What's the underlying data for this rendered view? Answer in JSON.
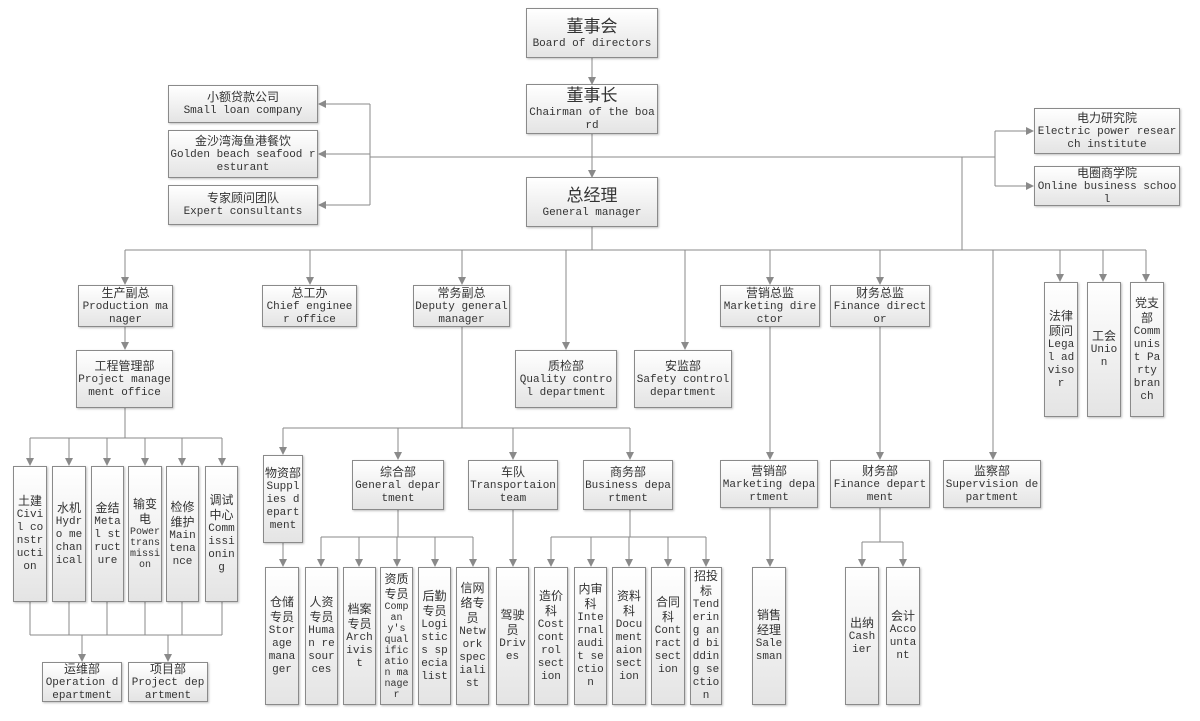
{
  "colors": {
    "line": "#8a8a8a",
    "box_top": "#ffffff",
    "box_bottom": "#e4e4e4"
  },
  "nodes": {
    "board": {
      "zh": "董事会",
      "en": "Board of directors"
    },
    "chairman": {
      "zh": "董事长",
      "en": "Chairman of the board"
    },
    "gm": {
      "zh": "总经理",
      "en": "General manager"
    },
    "small_loan": {
      "zh": "小额贷款公司",
      "en": "Small loan company"
    },
    "golden_beach": {
      "zh": "金沙湾海鱼港餐饮",
      "en": "Golden beach seafood resturant"
    },
    "expert": {
      "zh": "专家顾问团队",
      "en": "Expert consultants"
    },
    "electric": {
      "zh": "电力研究院",
      "en": "Electric power research institute"
    },
    "online": {
      "zh": "电圈商学院",
      "en": "Online business school"
    },
    "production": {
      "zh": "生产副总",
      "en": "Production manager"
    },
    "chief_engineer": {
      "zh": "总工办",
      "en": "Chief engineer office"
    },
    "deputy": {
      "zh": "常务副总",
      "en": "Deputy general manager"
    },
    "quality": {
      "zh": "质检部",
      "en": "Quality control department"
    },
    "safety": {
      "zh": "安监部",
      "en": "Safety control department"
    },
    "marketing_director": {
      "zh": "营销总监",
      "en": "Marketing director"
    },
    "finance_director": {
      "zh": "财务总监",
      "en": "Finance director"
    },
    "legal": {
      "zh": "法律顾问",
      "en": "Legal advisor"
    },
    "union": {
      "zh": "工会",
      "en": "Union"
    },
    "party": {
      "zh": "党支部",
      "en": "Communist Party branch"
    },
    "project_mgmt": {
      "zh": "工程管理部",
      "en": "Project management office"
    },
    "civil": {
      "zh": "土建",
      "en": "Civil construction"
    },
    "hydro": {
      "zh": "水机",
      "en": "Hydro mechanical"
    },
    "metal": {
      "zh": "金结",
      "en": "Metal structure"
    },
    "power": {
      "zh": "输变电",
      "en": "Power transmission"
    },
    "maintenance": {
      "zh": "检修维护",
      "en": "Maintenance"
    },
    "commissioning": {
      "zh": "调试中心",
      "en": "Commissioning"
    },
    "operation": {
      "zh": "运维部",
      "en": "Operation department"
    },
    "project_dept": {
      "zh": "项目部",
      "en": "Project department"
    },
    "supplies": {
      "zh": "物资部",
      "en": "Supplies department"
    },
    "general": {
      "zh": "综合部",
      "en": "General department"
    },
    "transport": {
      "zh": "车队",
      "en": "Transportaion team"
    },
    "business": {
      "zh": "商务部",
      "en": "Business department"
    },
    "marketing_dept": {
      "zh": "营销部",
      "en": "Marketing department"
    },
    "finance_dept": {
      "zh": "财务部",
      "en": "Finance department"
    },
    "supervision": {
      "zh": "监察部",
      "en": "Supervision department"
    },
    "storage": {
      "zh": "仓储专员",
      "en": "Storage manager"
    },
    "hr": {
      "zh": "人资专员",
      "en": "Human resources"
    },
    "archivist": {
      "zh": "档案专员",
      "en": "Archivist"
    },
    "qualification": {
      "zh": "资质专员",
      "en": "Company's qualification manager"
    },
    "logistics": {
      "zh": "后勤专员",
      "en": "Logistics specialist"
    },
    "network": {
      "zh": "信网络专员",
      "en": "Network specialist"
    },
    "drives": {
      "zh": "驾驶员",
      "en": "Drives"
    },
    "cost": {
      "zh": "造价科",
      "en": "Cost control section"
    },
    "audit": {
      "zh": "内审科",
      "en": "Internal audit section"
    },
    "document": {
      "zh": "资料科",
      "en": "Documentaion section"
    },
    "contract": {
      "zh": "合同科",
      "en": "Contract section"
    },
    "tender": {
      "zh": "招投标",
      "en": "Tendering and bidding section"
    },
    "salesman": {
      "zh": "销售经理",
      "en": "Salesman"
    },
    "cashier": {
      "zh": "出纳",
      "en": "Cashier"
    },
    "accountant": {
      "zh": "会计",
      "en": "Accountant"
    }
  }
}
